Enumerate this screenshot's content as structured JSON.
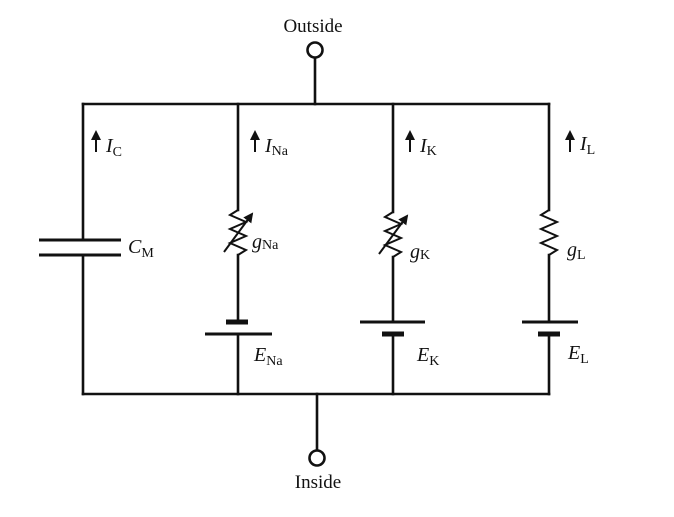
{
  "terminals": {
    "top": "Outside",
    "bottom": "Inside"
  },
  "branches": [
    {
      "id": "capacitor",
      "current": "I",
      "current_sub": "C",
      "element": "C",
      "element_sub": "M"
    },
    {
      "id": "sodium",
      "current": "I",
      "current_sub": "Na",
      "element": "g",
      "element_sub": "Na",
      "battery": "E",
      "battery_sub": "Na"
    },
    {
      "id": "potassium",
      "current": "I",
      "current_sub": "K",
      "element": "g",
      "element_sub": "K",
      "battery": "E",
      "battery_sub": "K"
    },
    {
      "id": "leak",
      "current": "I",
      "current_sub": "L",
      "element": "g",
      "element_sub": "L",
      "battery": "E",
      "battery_sub": "L"
    }
  ]
}
